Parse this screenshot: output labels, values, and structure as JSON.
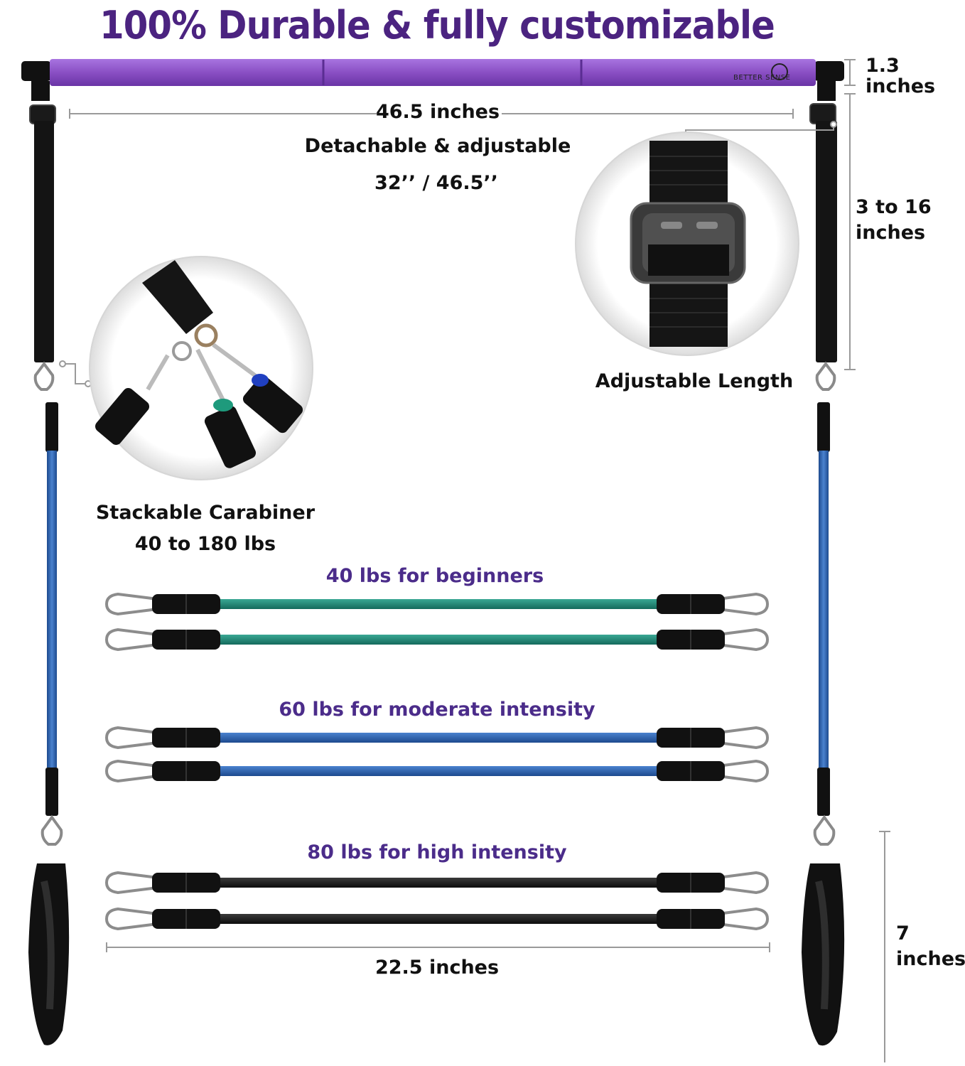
{
  "title": "100% Durable & fully customizable",
  "brand": "BETTER SENSE",
  "bar": {
    "length": "46.5 inches",
    "diameter_line1": "1.3",
    "diameter_line2": "inches",
    "feature": "Detachable & adjustable",
    "sizes": "32’’ / 46.5’’"
  },
  "strap": {
    "length_line1": "3 to 16",
    "length_line2": "inches",
    "caption": "Adjustable Length"
  },
  "carabiner": {
    "caption_line1": "Stackable Carabiner",
    "caption_line2": "40 to 180 lbs"
  },
  "bands": {
    "light": "40 lbs for beginners",
    "medium": "60 lbs for moderate intensity",
    "heavy": "80 lbs for high intensity",
    "length": "22.5 inches"
  },
  "handle": {
    "length_line1": "7",
    "length_line2": "inches"
  },
  "colors": {
    "bar_purple": "#8a4fc4",
    "title_purple": "#4b2380",
    "band_green": "#1f8a78",
    "band_blue": "#2a5fb0",
    "band_black": "#151515"
  }
}
